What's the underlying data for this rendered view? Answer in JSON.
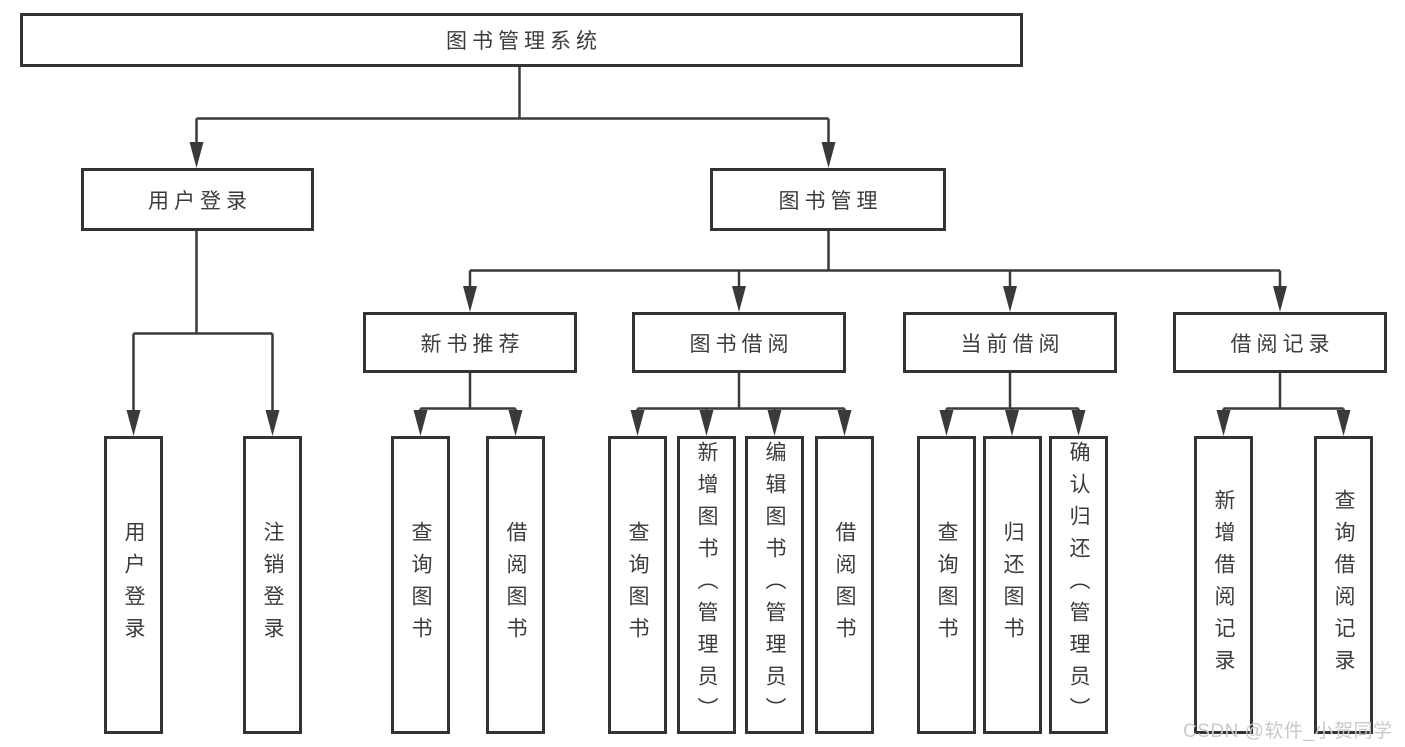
{
  "diagram": {
    "root": {
      "label": "图书管理系统"
    },
    "level2": [
      {
        "label": "用户登录"
      },
      {
        "label": "图书管理"
      }
    ],
    "level3": [
      {
        "label": "新书推荐"
      },
      {
        "label": "图书借阅"
      },
      {
        "label": "当前借阅"
      },
      {
        "label": "借阅记录"
      }
    ],
    "leaves": {
      "user_login": [
        {
          "label": "用户登录"
        },
        {
          "label": "注销登录"
        }
      ],
      "new_book_recommend": [
        {
          "label": "查询图书"
        },
        {
          "label": "借阅图书"
        }
      ],
      "book_borrowing": [
        {
          "label": "查询图书"
        },
        {
          "label": "新增图书（管理员）"
        },
        {
          "label": "编辑图书（管理员）"
        },
        {
          "label": "借阅图书"
        }
      ],
      "current_borrowing": [
        {
          "label": "查询图书"
        },
        {
          "label": "归还图书"
        },
        {
          "label": "确认归还（管理员）"
        }
      ],
      "borrowing_records": [
        {
          "label": "新增借阅记录"
        },
        {
          "label": "查询借阅记录"
        }
      ]
    },
    "watermark": "CSDN @软件_小贺同学",
    "colors": {
      "line": "#3a3a3a",
      "border": "#333333",
      "text": "#3c3c3c",
      "background": "#ffffff",
      "watermark": "#c9c9c9"
    }
  }
}
